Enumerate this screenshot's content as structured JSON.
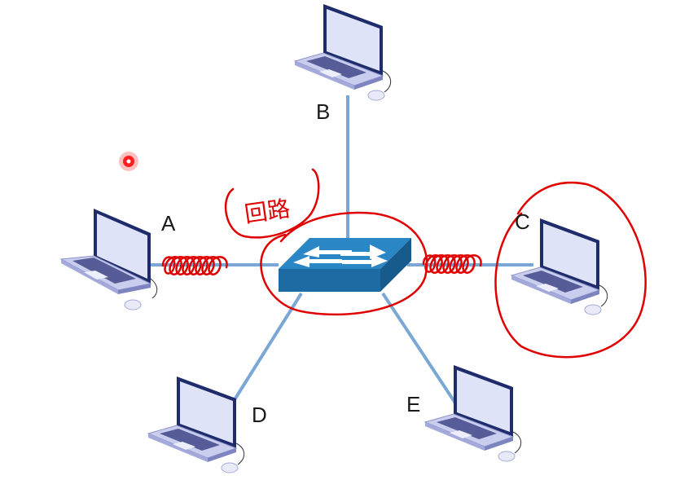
{
  "diagram": {
    "type": "star-network",
    "hub": {
      "name": "switch",
      "icon": "network-switch-icon"
    },
    "nodes": [
      {
        "id": "A",
        "label": "A",
        "icon": "laptop-icon"
      },
      {
        "id": "B",
        "label": "B",
        "icon": "laptop-icon"
      },
      {
        "id": "C",
        "label": "C",
        "icon": "laptop-icon"
      },
      {
        "id": "D",
        "label": "D",
        "icon": "laptop-icon"
      },
      {
        "id": "E",
        "label": "E",
        "icon": "laptop-icon"
      }
    ],
    "links": [
      {
        "from": "switch",
        "to": "A"
      },
      {
        "from": "switch",
        "to": "B"
      },
      {
        "from": "switch",
        "to": "C"
      },
      {
        "from": "switch",
        "to": "D"
      },
      {
        "from": "switch",
        "to": "E"
      }
    ],
    "annotations": {
      "handwritten_note": "回路",
      "highlighted_links": [
        "A",
        "C"
      ],
      "circled_items": [
        "switch",
        "C"
      ],
      "pointer": "red-laser-dot"
    },
    "colors": {
      "link": "#7aa7d6",
      "switch_top": "#2a86c4",
      "switch_side": "#1e6aa3",
      "laptop_screen": "#1f2c6b",
      "laptop_body": "#c9cdee",
      "annotation": "#e00000"
    }
  }
}
